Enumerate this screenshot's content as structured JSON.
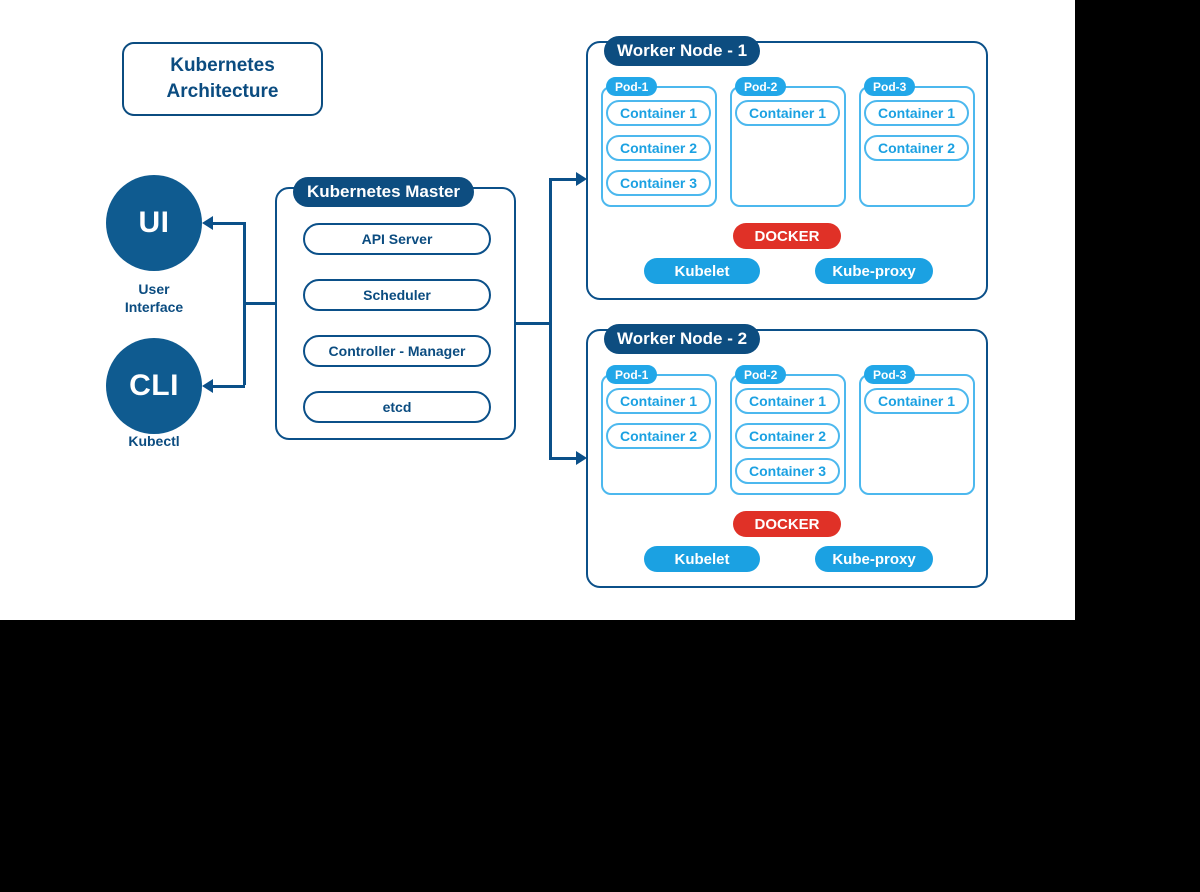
{
  "title": {
    "line1": "Kubernetes",
    "line2": "Architecture"
  },
  "colors": {
    "navy": "#0b4c80",
    "navy_badge": "#0d4d80",
    "circle_fill": "#0f5b90",
    "line": "#0b5089",
    "light_blue": "#1ba1e2",
    "pod_border": "#4cb8ee",
    "pod_badge": "#22a7e8",
    "docker_red": "#e03127",
    "canvas": "#ffffff",
    "background": "#000000"
  },
  "clients": [
    {
      "abbr": "UI",
      "caption_line1": "User",
      "caption_line2": "Interface"
    },
    {
      "abbr": "CLI",
      "caption_line1": "Kubectl",
      "caption_line2": ""
    }
  ],
  "master": {
    "badge": "Kubernetes Master",
    "components": [
      {
        "label": "API Server"
      },
      {
        "label": "Scheduler"
      },
      {
        "label": "Controller - Manager"
      },
      {
        "label": "etcd"
      }
    ]
  },
  "nodes": [
    {
      "badge": "Worker Node - 1",
      "pods": [
        {
          "label": "Pod-1",
          "containers": [
            "Container 1",
            "Container 2",
            "Container 3"
          ]
        },
        {
          "label": "Pod-2",
          "containers": [
            "Container 1"
          ]
        },
        {
          "label": "Pod-3",
          "containers": [
            "Container 1",
            "Container 2"
          ]
        }
      ],
      "runtime": "DOCKER",
      "services": [
        "Kubelet",
        "Kube-proxy"
      ]
    },
    {
      "badge": "Worker Node - 2",
      "pods": [
        {
          "label": "Pod-1",
          "containers": [
            "Container 1",
            "Container 2"
          ]
        },
        {
          "label": "Pod-2",
          "containers": [
            "Container 1",
            "Container 2",
            "Container 3"
          ]
        },
        {
          "label": "Pod-3",
          "containers": [
            "Container 1"
          ]
        }
      ],
      "runtime": "DOCKER",
      "services": [
        "Kubelet",
        "Kube-proxy"
      ]
    }
  ]
}
